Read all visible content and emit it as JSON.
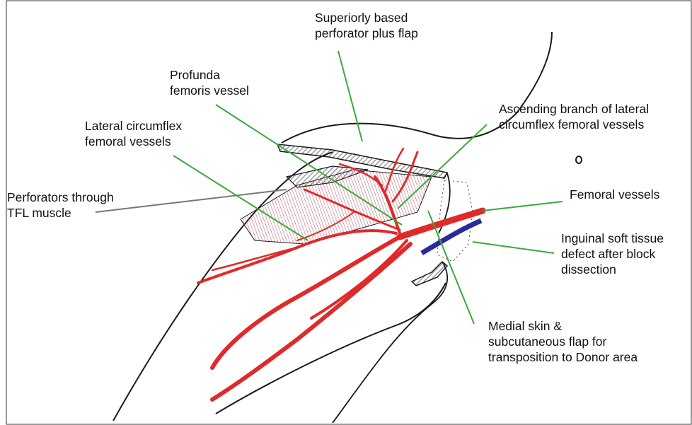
{
  "labels": {
    "superior_flap": [
      "Superiorly based",
      "perforator plus flap"
    ],
    "profunda": [
      "Profunda",
      "femoris vessel"
    ],
    "ascending_branch": [
      "Ascending branch of lateral",
      "circumflex femoral vessels"
    ],
    "lateral_circumflex": [
      "Lateral circumflex",
      "femoral vessels"
    ],
    "perforators_tfl": [
      "Perforators through",
      "TFL muscle"
    ],
    "femoral_vessels": [
      "Femoral vessels"
    ],
    "inguinal_defect": [
      "Inguinal soft tissue",
      "defect after block",
      "dissection"
    ],
    "medial_flap": [
      "Medial skin &",
      "subcutaneous flap for",
      "transposition to Donor area"
    ]
  },
  "colors": {
    "leader_green": "#3aaa3a",
    "leader_gray": "#777777",
    "vessel_red": "#e02a2a",
    "vein_blue": "#2a2a9a",
    "muscle_pink": "#b0506a",
    "outline_ink": "#1a1a1a"
  }
}
